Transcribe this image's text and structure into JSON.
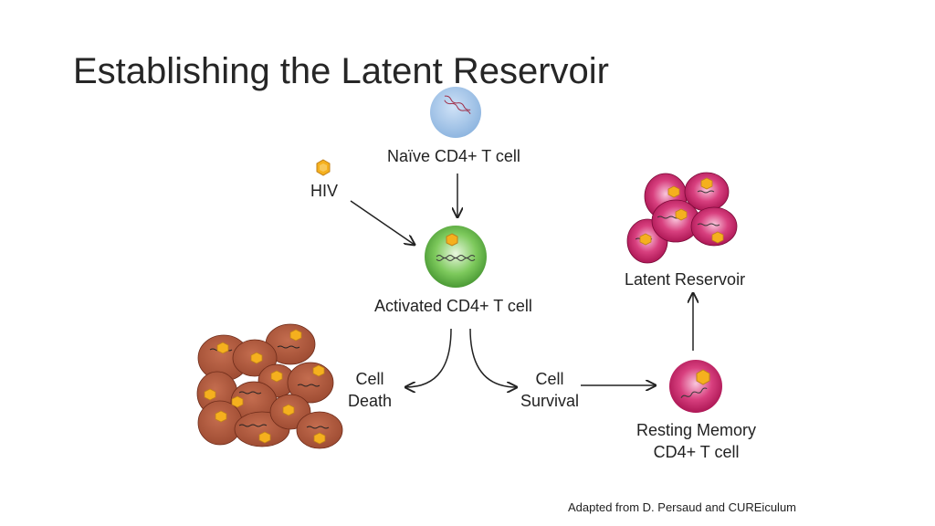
{
  "slide": {
    "title": "Establishing the Latent Reservoir",
    "credit": "Adapted from D. Persaud and CUREiculum"
  },
  "labels": {
    "naive_cell": "Naïve CD4+ T cell",
    "hiv": "HIV",
    "activated_cell": "Activated CD4+ T cell",
    "cell_death": [
      "Cell",
      "Death"
    ],
    "cell_survival": [
      "Cell",
      "Survival"
    ],
    "resting_memory": [
      "Resting Memory",
      "CD4+ T cell"
    ],
    "latent_reservoir": "Latent Reservoir"
  },
  "colors": {
    "naive_cell": "#a9c8ea",
    "activated_cell": "#4caf3e",
    "memory_cell": "#c8145e",
    "dead_cell": "#b55a3e",
    "hiv_particle": "#f5b01e",
    "arrow": "#222222"
  },
  "icons": {
    "virus": "hiv-virion-icon",
    "cell": "t-cell-icon"
  }
}
